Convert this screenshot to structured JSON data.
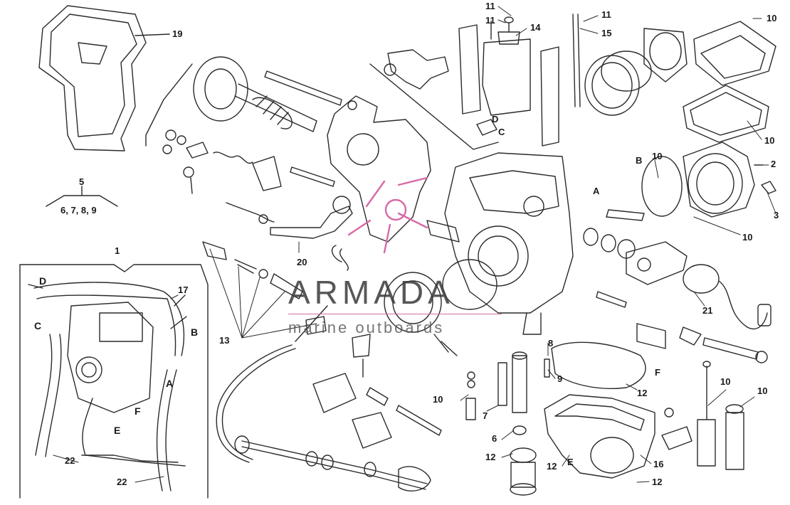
{
  "diagram": {
    "labels": [
      {
        "id": "l1",
        "text": "11"
      },
      {
        "id": "l2",
        "text": "11"
      },
      {
        "id": "l3",
        "text": "14"
      },
      {
        "id": "l4",
        "text": "11"
      },
      {
        "id": "l5",
        "text": "15"
      },
      {
        "id": "l6",
        "text": "10"
      },
      {
        "id": "l7",
        "text": "19"
      },
      {
        "id": "l8",
        "text": "D"
      },
      {
        "id": "l9",
        "text": "C"
      },
      {
        "id": "l10",
        "text": "B"
      },
      {
        "id": "l11",
        "text": "10"
      },
      {
        "id": "l12",
        "text": "2"
      },
      {
        "id": "l13",
        "text": "A"
      },
      {
        "id": "l14",
        "text": "3"
      },
      {
        "id": "l15",
        "text": "10"
      },
      {
        "id": "l16",
        "text": "10"
      },
      {
        "id": "l17",
        "text": "5"
      },
      {
        "id": "l18",
        "text": "6, 7, 8, 9"
      },
      {
        "id": "l19",
        "text": "20"
      },
      {
        "id": "l20",
        "text": "1"
      },
      {
        "id": "l21",
        "text": "D"
      },
      {
        "id": "l22",
        "text": "17"
      },
      {
        "id": "l23",
        "text": "C"
      },
      {
        "id": "l24",
        "text": "B"
      },
      {
        "id": "l25",
        "text": "A"
      },
      {
        "id": "l26",
        "text": "F"
      },
      {
        "id": "l27",
        "text": "E"
      },
      {
        "id": "l28",
        "text": "22"
      },
      {
        "id": "l29",
        "text": "22"
      },
      {
        "id": "l30",
        "text": "13"
      },
      {
        "id": "l31",
        "text": "21"
      },
      {
        "id": "l32",
        "text": "8"
      },
      {
        "id": "l33",
        "text": "9"
      },
      {
        "id": "l34",
        "text": "F"
      },
      {
        "id": "l35",
        "text": "12"
      },
      {
        "id": "l36",
        "text": "10"
      },
      {
        "id": "l37",
        "text": "7"
      },
      {
        "id": "l38",
        "text": "6"
      },
      {
        "id": "l39",
        "text": "12"
      },
      {
        "id": "l40",
        "text": "12"
      },
      {
        "id": "l41",
        "text": "E"
      },
      {
        "id": "l42",
        "text": "16"
      },
      {
        "id": "l43",
        "text": "12"
      },
      {
        "id": "l44",
        "text": "10"
      },
      {
        "id": "l45",
        "text": "10"
      }
    ]
  },
  "watermark": {
    "brand": "ARMADA",
    "tagline": "marine outboards",
    "accent_color": "#d66aa6"
  }
}
